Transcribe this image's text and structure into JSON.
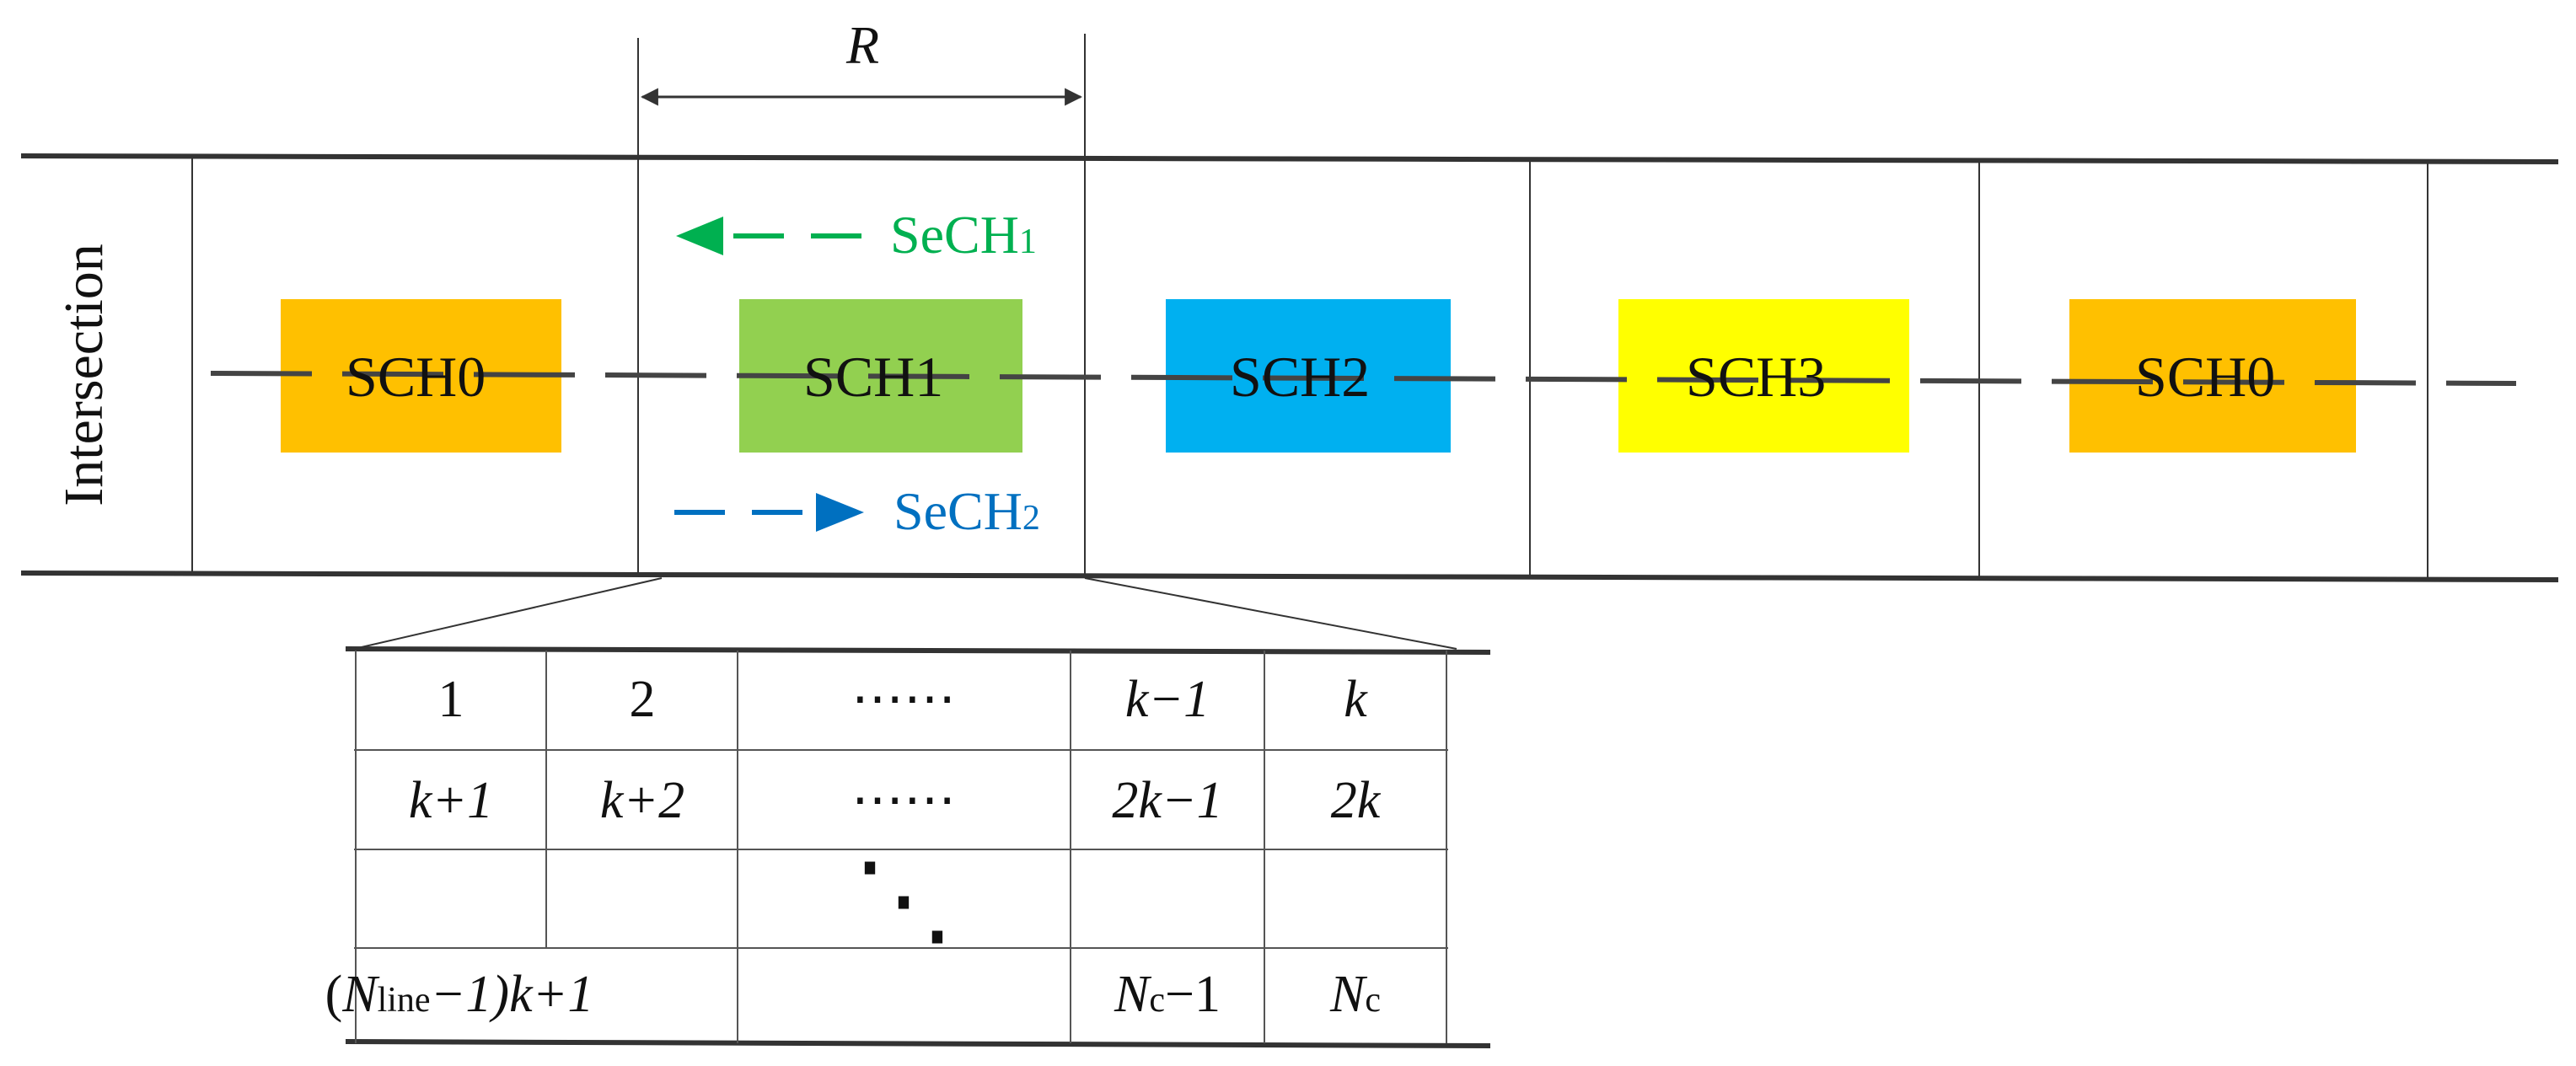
{
  "road": {
    "side_label": "Intersection",
    "width_label": "R"
  },
  "segments": [
    {
      "label": "SCH0",
      "color": "#FFC000"
    },
    {
      "label": "SCH1",
      "color": "#92D050"
    },
    {
      "label": "SCH2",
      "color": "#00B0F0"
    },
    {
      "label": "SCH3",
      "color": "#FFFF00"
    },
    {
      "label": "SCH0",
      "color": "#FFC000"
    }
  ],
  "service_channels": [
    {
      "name": "SeCH",
      "sub": "1",
      "color": "#00B050",
      "direction": "left"
    },
    {
      "name": "SeCH",
      "sub": "2",
      "color": "#0070C0",
      "direction": "right"
    }
  ],
  "grid": {
    "row1": [
      "1",
      "2",
      "⋯⋯",
      "k−1",
      "k"
    ],
    "row2": [
      "k+1",
      "k+2",
      "⋯⋯",
      "2k−1",
      "2k"
    ],
    "row3_dots": "⋱",
    "row4": {
      "first_prefix": "(",
      "first_var": "N",
      "first_sub": "line",
      "first_suffix": "−1)k+1",
      "c4_var": "N",
      "c4_sub": "c",
      "c4_suffix": "−1",
      "c5_var": "N",
      "c5_sub": "c"
    }
  }
}
